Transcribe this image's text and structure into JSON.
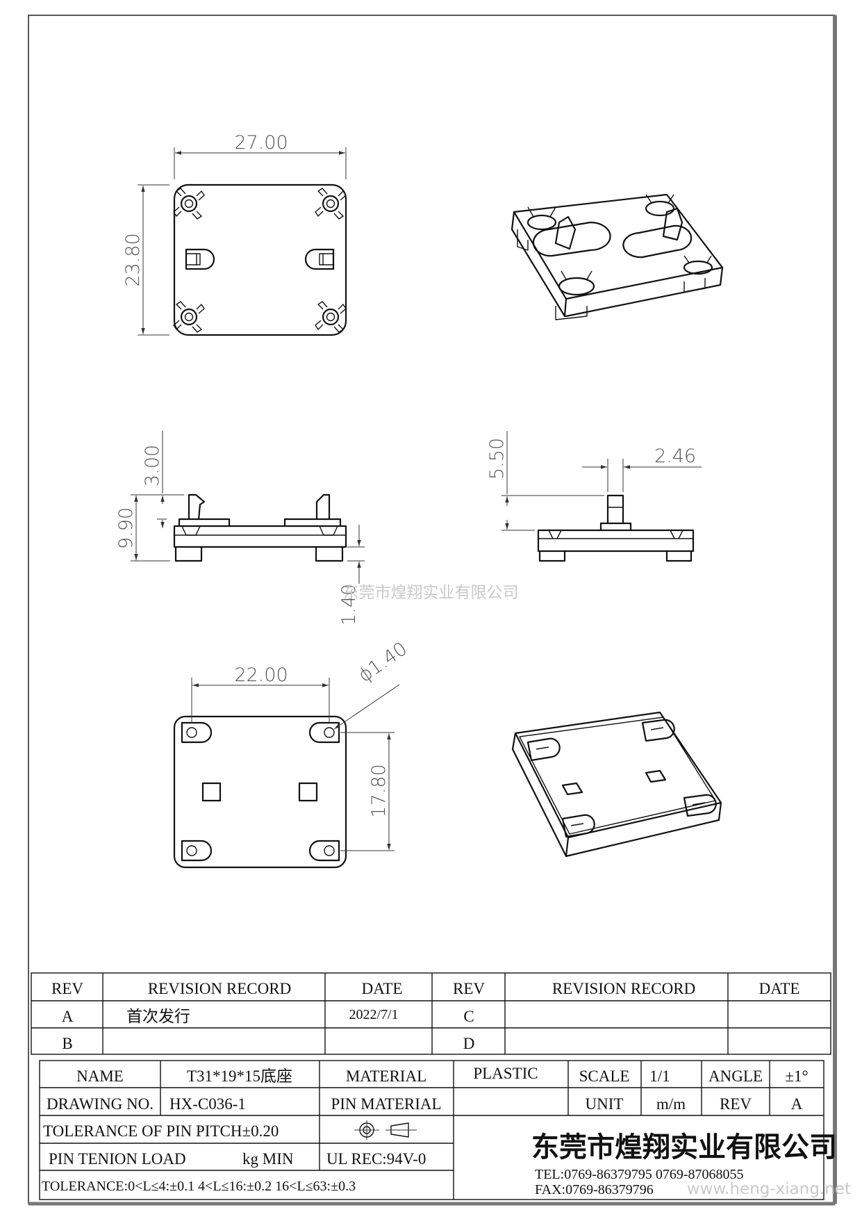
{
  "dimensions": {
    "top_width": "27.00",
    "top_height": "23.80",
    "side_pin_height": "3.00",
    "side_total_height": "9.90",
    "side_foot_height": "1.40",
    "end_pin_height": "5.50",
    "end_pin_width": "2.46",
    "bottom_pitch_x": "22.00",
    "bottom_hole_dia": "ϕ1.40",
    "bottom_pitch_y": "17.80"
  },
  "watermark_center": "东莞市煌翔实业有限公司",
  "watermark_url": "www.heng-xiang.net",
  "revision_table": {
    "headers": [
      "REV",
      "REVISION RECORD",
      "DATE",
      "REV",
      "REVISION RECORD",
      "DATE"
    ],
    "rows": [
      [
        "A",
        "首次发行",
        "2022/7/1",
        "C",
        "",
        ""
      ],
      [
        "B",
        "",
        "",
        "D",
        "",
        ""
      ]
    ]
  },
  "title_block": {
    "name_label": "NAME",
    "name_value": "T31*19*15底座",
    "material_label": "MATERIAL",
    "material_value": "PLASTIC",
    "scale_label": "SCALE",
    "scale_value": "1/1",
    "angle_label": "ANGLE",
    "angle_value": "±1°",
    "drawing_no_label": "DRAWING NO.",
    "drawing_no_value": "HX-C036-1",
    "pin_material_label": "PIN MATERIAL",
    "unit_label": "UNIT",
    "unit_value": "m/m",
    "rev_label": "REV",
    "rev_value": "A",
    "tolerance_pitch": "TOLERANCE OF PIN PITCH±0.20",
    "pin_tension": "PIN TENION LOAD",
    "pin_tension_unit": "kg MIN",
    "ul_rec": "UL REC:94V-0",
    "tolerance_general": "TOLERANCE:0<L≤4:±0.1  4<L≤16:±0.2  16<L≤63:±0.3",
    "company": "东莞市煌翔实业有限公司",
    "tel": "TEL:0769-86379795    0769-87068055",
    "fax": "FAX:0769-86379796"
  }
}
